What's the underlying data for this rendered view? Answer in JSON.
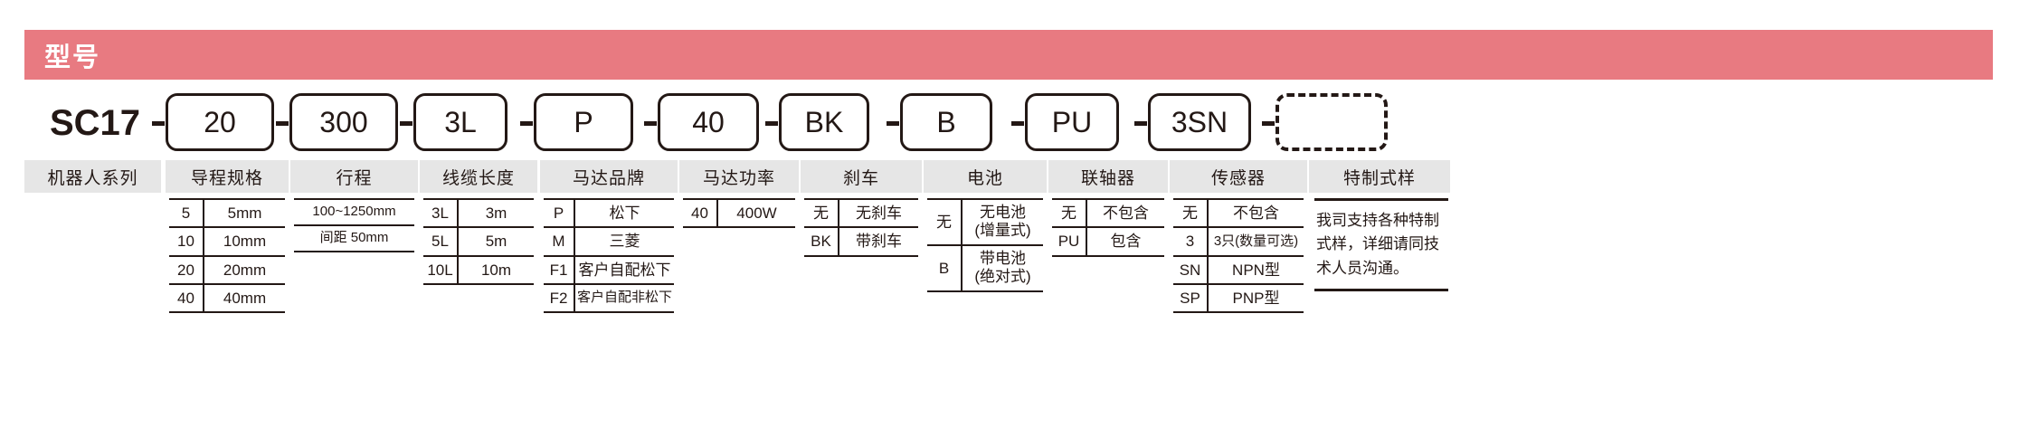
{
  "banner": {
    "title": "型号",
    "color": "#e87a81"
  },
  "model_code": {
    "prefix": "SC17",
    "segments": [
      {
        "value": "20"
      },
      {
        "value": "300"
      },
      {
        "value": "3L"
      },
      {
        "value": "P"
      },
      {
        "value": "40"
      },
      {
        "value": "BK"
      },
      {
        "value": "B"
      },
      {
        "value": "PU"
      },
      {
        "value": "3SN"
      },
      {
        "value": ""
      }
    ]
  },
  "columns": [
    {
      "label": "机器人系列",
      "type": "none",
      "rows": []
    },
    {
      "label": "导程规格",
      "type": "pairs",
      "rows": [
        {
          "code": "5",
          "desc": "5mm"
        },
        {
          "code": "10",
          "desc": "10mm"
        },
        {
          "code": "20",
          "desc": "20mm"
        },
        {
          "code": "40",
          "desc": "40mm"
        }
      ]
    },
    {
      "label": "行程",
      "type": "single",
      "rows": [
        {
          "desc": "100~1250mm"
        },
        {
          "desc": "间距 50mm"
        }
      ]
    },
    {
      "label": "线缆长度",
      "type": "pairs",
      "rows": [
        {
          "code": "3L",
          "desc": "3m"
        },
        {
          "code": "5L",
          "desc": "5m"
        },
        {
          "code": "10L",
          "desc": "10m"
        }
      ]
    },
    {
      "label": "马达品牌",
      "type": "pairs",
      "rows": [
        {
          "code": "P",
          "desc": "松下"
        },
        {
          "code": "M",
          "desc": "三菱"
        },
        {
          "code": "F1",
          "desc": "客户自配松下"
        },
        {
          "code": "F2",
          "desc": "客户自配非松下"
        }
      ]
    },
    {
      "label": "马达功率",
      "type": "pairs",
      "rows": [
        {
          "code": "40",
          "desc": "400W"
        }
      ]
    },
    {
      "label": "刹车",
      "type": "pairs",
      "rows": [
        {
          "code": "无",
          "desc": "无刹车"
        },
        {
          "code": "BK",
          "desc": "带刹车"
        }
      ]
    },
    {
      "label": "电池",
      "type": "pairs",
      "rows": [
        {
          "code": "无",
          "desc": "无电池\n(增量式)"
        },
        {
          "code": "B",
          "desc": "带电池\n(绝对式)"
        }
      ]
    },
    {
      "label": "联轴器",
      "type": "pairs",
      "rows": [
        {
          "code": "无",
          "desc": "不包含"
        },
        {
          "code": "PU",
          "desc": "包含"
        }
      ]
    },
    {
      "label": "传感器",
      "type": "pairs",
      "rows": [
        {
          "code": "无",
          "desc": "不包含"
        },
        {
          "code": "3",
          "desc": "3只(数量可选)"
        },
        {
          "code": "SN",
          "desc": "NPN型"
        },
        {
          "code": "SP",
          "desc": "PNP型"
        }
      ]
    },
    {
      "label": "特制式样",
      "type": "note",
      "note": "我司支持各种特制式样，详细请同技术人员沟通。"
    }
  ]
}
